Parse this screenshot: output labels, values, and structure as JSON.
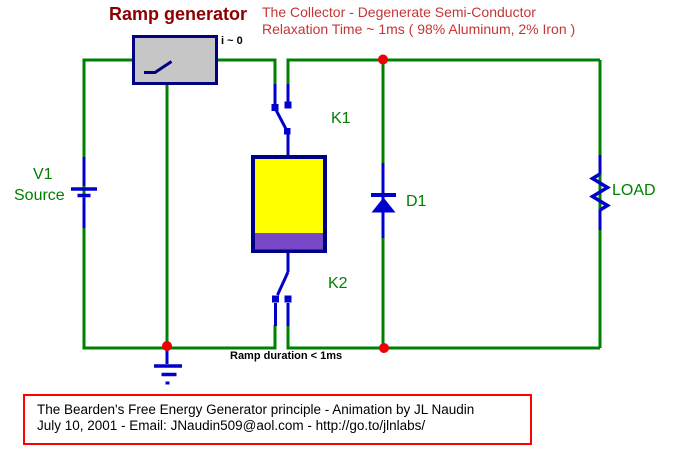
{
  "labels": {
    "title": "Ramp generator",
    "desc1": "The Collector - Degenerate Semi-Conductor",
    "desc2": "Relaxation Time ~ 1ms ( 98% Aluminum, 2% Iron )",
    "current_note": "i ~ 0",
    "v1": "V1",
    "source": "Source",
    "k1": "K1",
    "k2": "K2",
    "d1": "D1",
    "load": "LOAD",
    "ramp_duration": "Ramp duration < 1ms"
  },
  "credit": {
    "line1": "The Bearden's Free Energy Generator principle - Animation by JL Naudin",
    "line2": "July 10, 2001 - Email: JNaudin509@aol.com - http://go.to/jlnlabs/"
  },
  "colors": {
    "wire_green": "#008000",
    "component_blue": "#0000CC",
    "border_navy": "#000080",
    "collector_yellow": "#FFFF00",
    "collector_purple": "#7747C8",
    "junction_red": "#EE0000",
    "title_darkred": "#8B0000",
    "description_red": "#C53535",
    "box_gray": "#C6C6C6",
    "credit_border_red": "#FF0000"
  }
}
